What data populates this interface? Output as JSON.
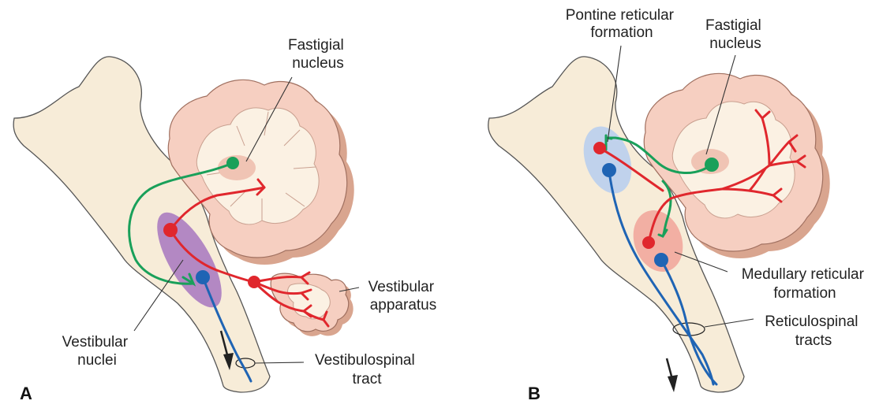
{
  "colors": {
    "brainstem": "#f7ecd8",
    "cerebellum_cortex": "#f6cfc1",
    "cerebellum_shadow": "#d9a58f",
    "cerebellum_white_matter": "#fbf1e3",
    "red_pathway": "#e0272d",
    "green_pathway": "#19a05a",
    "blue_pathway": "#1f64b4",
    "vestibular_nuclei_region": "#a777c0",
    "pontine_region": "#b9cfee",
    "medullary_region": "#f1a49a",
    "fastigial_region": "#f0c4b4",
    "text": "#222222"
  },
  "panel_a": {
    "panel_label": "A",
    "labels": {
      "fastigial": [
        "Fastigial",
        "nucleus"
      ],
      "vestibular_nuclei": [
        "Vestibular",
        "nuclei"
      ],
      "vestibular_apparatus": [
        "Vestibular",
        "apparatus"
      ],
      "vestibulospinal_tract": [
        "Vestibulospinal",
        "tract"
      ]
    }
  },
  "panel_b": {
    "panel_label": "B",
    "labels": {
      "pontine": [
        "Pontine reticular",
        "formation"
      ],
      "fastigial": [
        "Fastigial",
        "nucleus"
      ],
      "medullary": [
        "Medullary reticular",
        "formation"
      ],
      "reticulospinal": [
        "Reticulospinal",
        "tracts"
      ]
    }
  }
}
